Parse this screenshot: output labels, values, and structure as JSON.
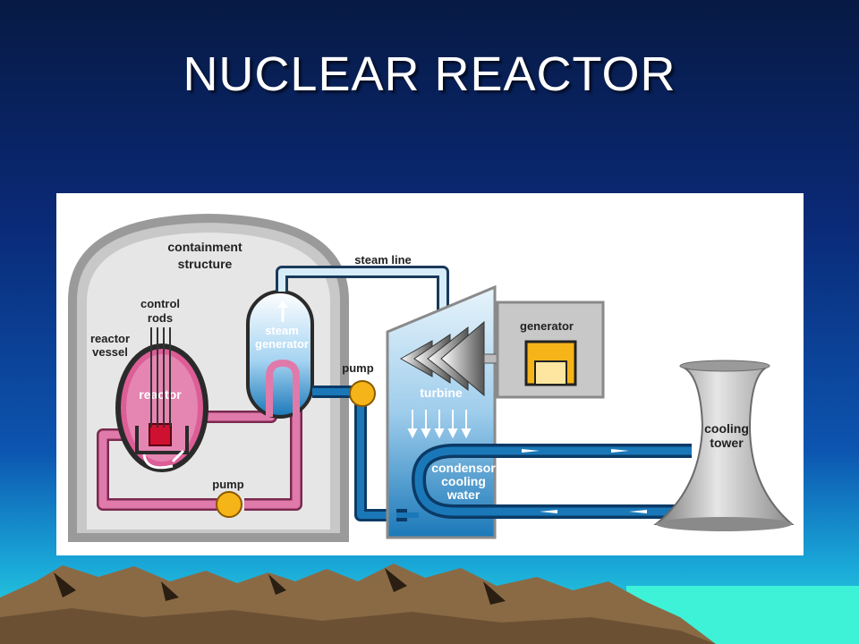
{
  "slide": {
    "title": "NUCLEAR REACTOR"
  },
  "diagram": {
    "labels": {
      "containment_line1": "containment",
      "containment_line2": "structure",
      "control_rods_line1": "control",
      "control_rods_line2": "rods",
      "reactor_vessel_line1": "reactor",
      "reactor_vessel_line2": "vessel",
      "reactor": "reactor",
      "steam_generator_line1": "steam",
      "steam_generator_line2": "generator",
      "steam_line": "steam line",
      "pump_secondary": "pump",
      "pump_primary": "pump",
      "generator": "generator",
      "turbine": "turbine",
      "condensor_line1": "condensor",
      "condensor_line2": "cooling",
      "condensor_line3": "water",
      "cooling_tower_line1": "cooling",
      "cooling_tower_line2": "tower"
    }
  },
  "colors": {
    "primary_loop": "#e07aaa",
    "secondary_loop": "#1a78b8",
    "pump": "#f5b418",
    "generator": "#f5b418",
    "containment": "#9a9a9a",
    "reactor_core": "#d01030"
  }
}
